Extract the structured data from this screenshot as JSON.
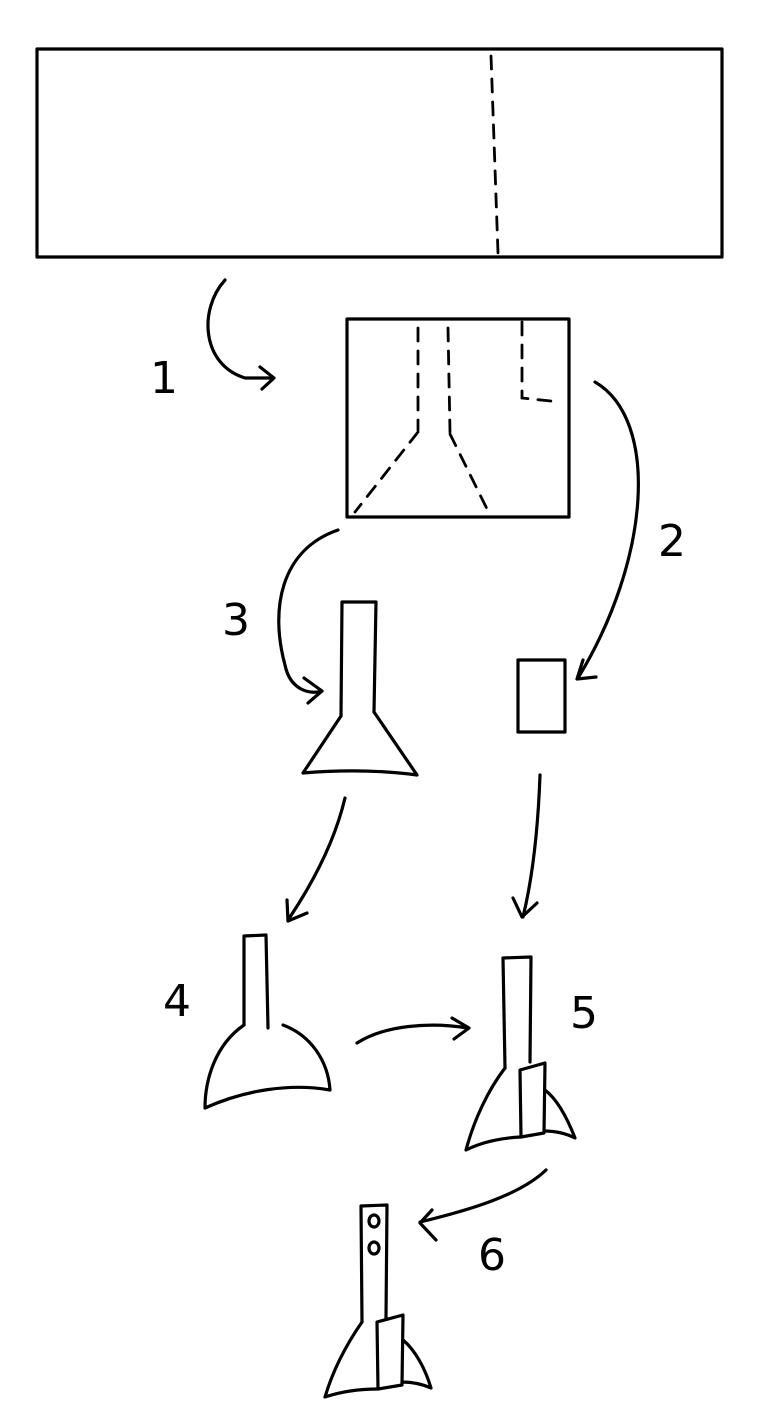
{
  "steps": [
    {
      "label": "1"
    },
    {
      "label": "2"
    },
    {
      "label": "3"
    },
    {
      "label": "4"
    },
    {
      "label": "5"
    },
    {
      "label": "6"
    }
  ]
}
